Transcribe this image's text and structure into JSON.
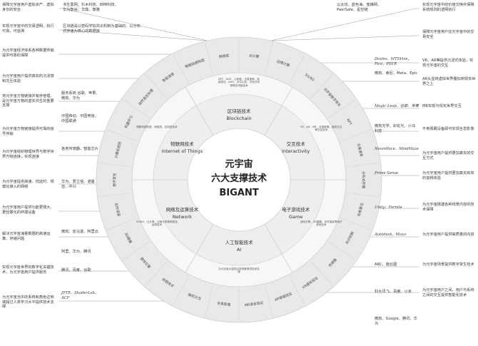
{
  "center": {
    "line1": "元宇宙",
    "line2": "六大支撑技术",
    "line3": "BIGANT"
  },
  "pillars": [
    {
      "zh": "区块链技术",
      "en": "Blockchain"
    },
    {
      "zh": "交互技术",
      "en": "Interactivity"
    },
    {
      "zh": "电子游戏技术",
      "en": "Game"
    },
    {
      "zh": "人工智能技术",
      "en": "AI"
    },
    {
      "zh": "网络及运算技术",
      "en": "Network"
    },
    {
      "zh": "物联网技术",
      "en": "Internet of Things"
    }
  ],
  "pillar_details": [
    "NFT、DeFi、公有链、交易速率、哈希算法、DAO、去中心化、分布式存储等区块链技术",
    "VR、AR、MR、全息影像、脑机交互等交互技术",
    "游戏引擎、3D建模、实时渲染等电子游戏技术",
    "为元宇宙大量的应用场景提供技术支撑",
    "5G/6G、云计算、边缘计算等网络及运算技术",
    "物联网感知层、网络层、应用层技术"
  ],
  "ring_labels": [
    "云计算",
    "边缘计算",
    "5G/6G",
    "元宇宙数字孪生",
    "NFT",
    "交易速率",
    "分布式存储",
    "哈希算法",
    "共识机制",
    "传感器",
    "VR虚拟现实",
    "AR增强现实",
    "MR混合现实",
    "全息影像",
    "脑机交互",
    "传感技术",
    "游戏引擎",
    "3D建模",
    "实时渲染",
    "数字孪生",
    "计算机视觉",
    "机器学习",
    "自然语言处理",
    "智能语音",
    "物联网感知层",
    "网络层"
  ],
  "left_notes": [
    "保障元宇宙用户虚拟资产、虚拟身份的安全",
    "实现元宇宙中的交易透明、执行可靠、可追溯",
    "为元宇宙经济体系各种数据传输提供可靠的保障",
    "为元宇宙用户提供真实的沉浸感和交互体验",
    "将元宇宙万物链接并有序管理，是元宇宙万物的虚实共生的重要支撑",
    "为元宇宙万物链接提供可靠的信号传输",
    "为元宇宙组织物理世界与数字世界万物连接，实现连接",
    "为元宇宙提供高速、低延时、规模化接入的网络",
    "为元宇宙用户提供功能更强大、更轻量化的终端设备",
    "解决元宇宙海量数据的高速运算、存储问题",
    "实现元宇宙世界的数字化关键技术，为元宇宙用户提供服务",
    "为元宇宙当中的系统和角色达到或超过人类学习水平提供技术支撑"
  ],
  "mid_left": [
    "服务系统 谷歌、苹果、微软、华为",
    "中国移动、中国电信、中国联通",
    "各类传感器、智能芯片",
    "华为、爱立信、诺基亚、中兴",
    "微软、亚马逊、阿里云",
    "阿里、华为、腾讯",
    "腾讯、百度、谷歌",
    "JPTR、ShaderLab、ACF"
  ],
  "top_mid": [
    "书生置网、杉木科技、四味科技、华为智谷、华鼎、泰雅",
    "区块链是以密码学加共识机制为基础的、以分布式存储为核心的数据库"
  ],
  "mid_right": [
    "以太坊、蓝色海、蜜蜂网、PeerSafe、星空链",
    "Dovles、MTSVive、Pico、PSVR",
    "微软、索尼、Meta、Epic",
    "Magic Leap、谷歌、苹果",
    "微软光学、彩虹光、小马科技",
    "NeuroPace、MindMaze",
    "Prime Sense",
    "Unity、Fornite",
    "Autodesk、Maxo",
    "ARC、施云图",
    "科大讯飞、百度、小米",
    "微软、Google、腾讯、华为"
  ],
  "right_notes": [
    "实现元宇宙中的价值交换并保障系统规则的透明执行",
    "保障元宇宙用户在元宇宙中的交易安全",
    "VR、AR等提供沉浸式体验，实现元宇宙的交互",
    "AR头显将虚拟世界叠加到现实世界之上",
    "MR实现与现实世界交互",
    "不用佩戴设备即可实现全息影像",
    "为元宇宙用户提供更加真实的交互方式",
    "为元宇宙用户提供更加真实有效的音频体验",
    "为元宇宙搭建各种场景内容的技术保障",
    "为元宇宙用户提供高质量的内容",
    "为元宇宙场景提供数字孪生技术",
    "为元宇宙用户之间、用户与系统之间的交互提供智能化技术"
  ],
  "colors": {
    "ring_outer": "#e9e9e9",
    "ring_mid": "#f6f6f6",
    "ring_inner": "#ececec",
    "center": "#ffffff",
    "line": "#9a9a9a",
    "text": "#333333"
  }
}
